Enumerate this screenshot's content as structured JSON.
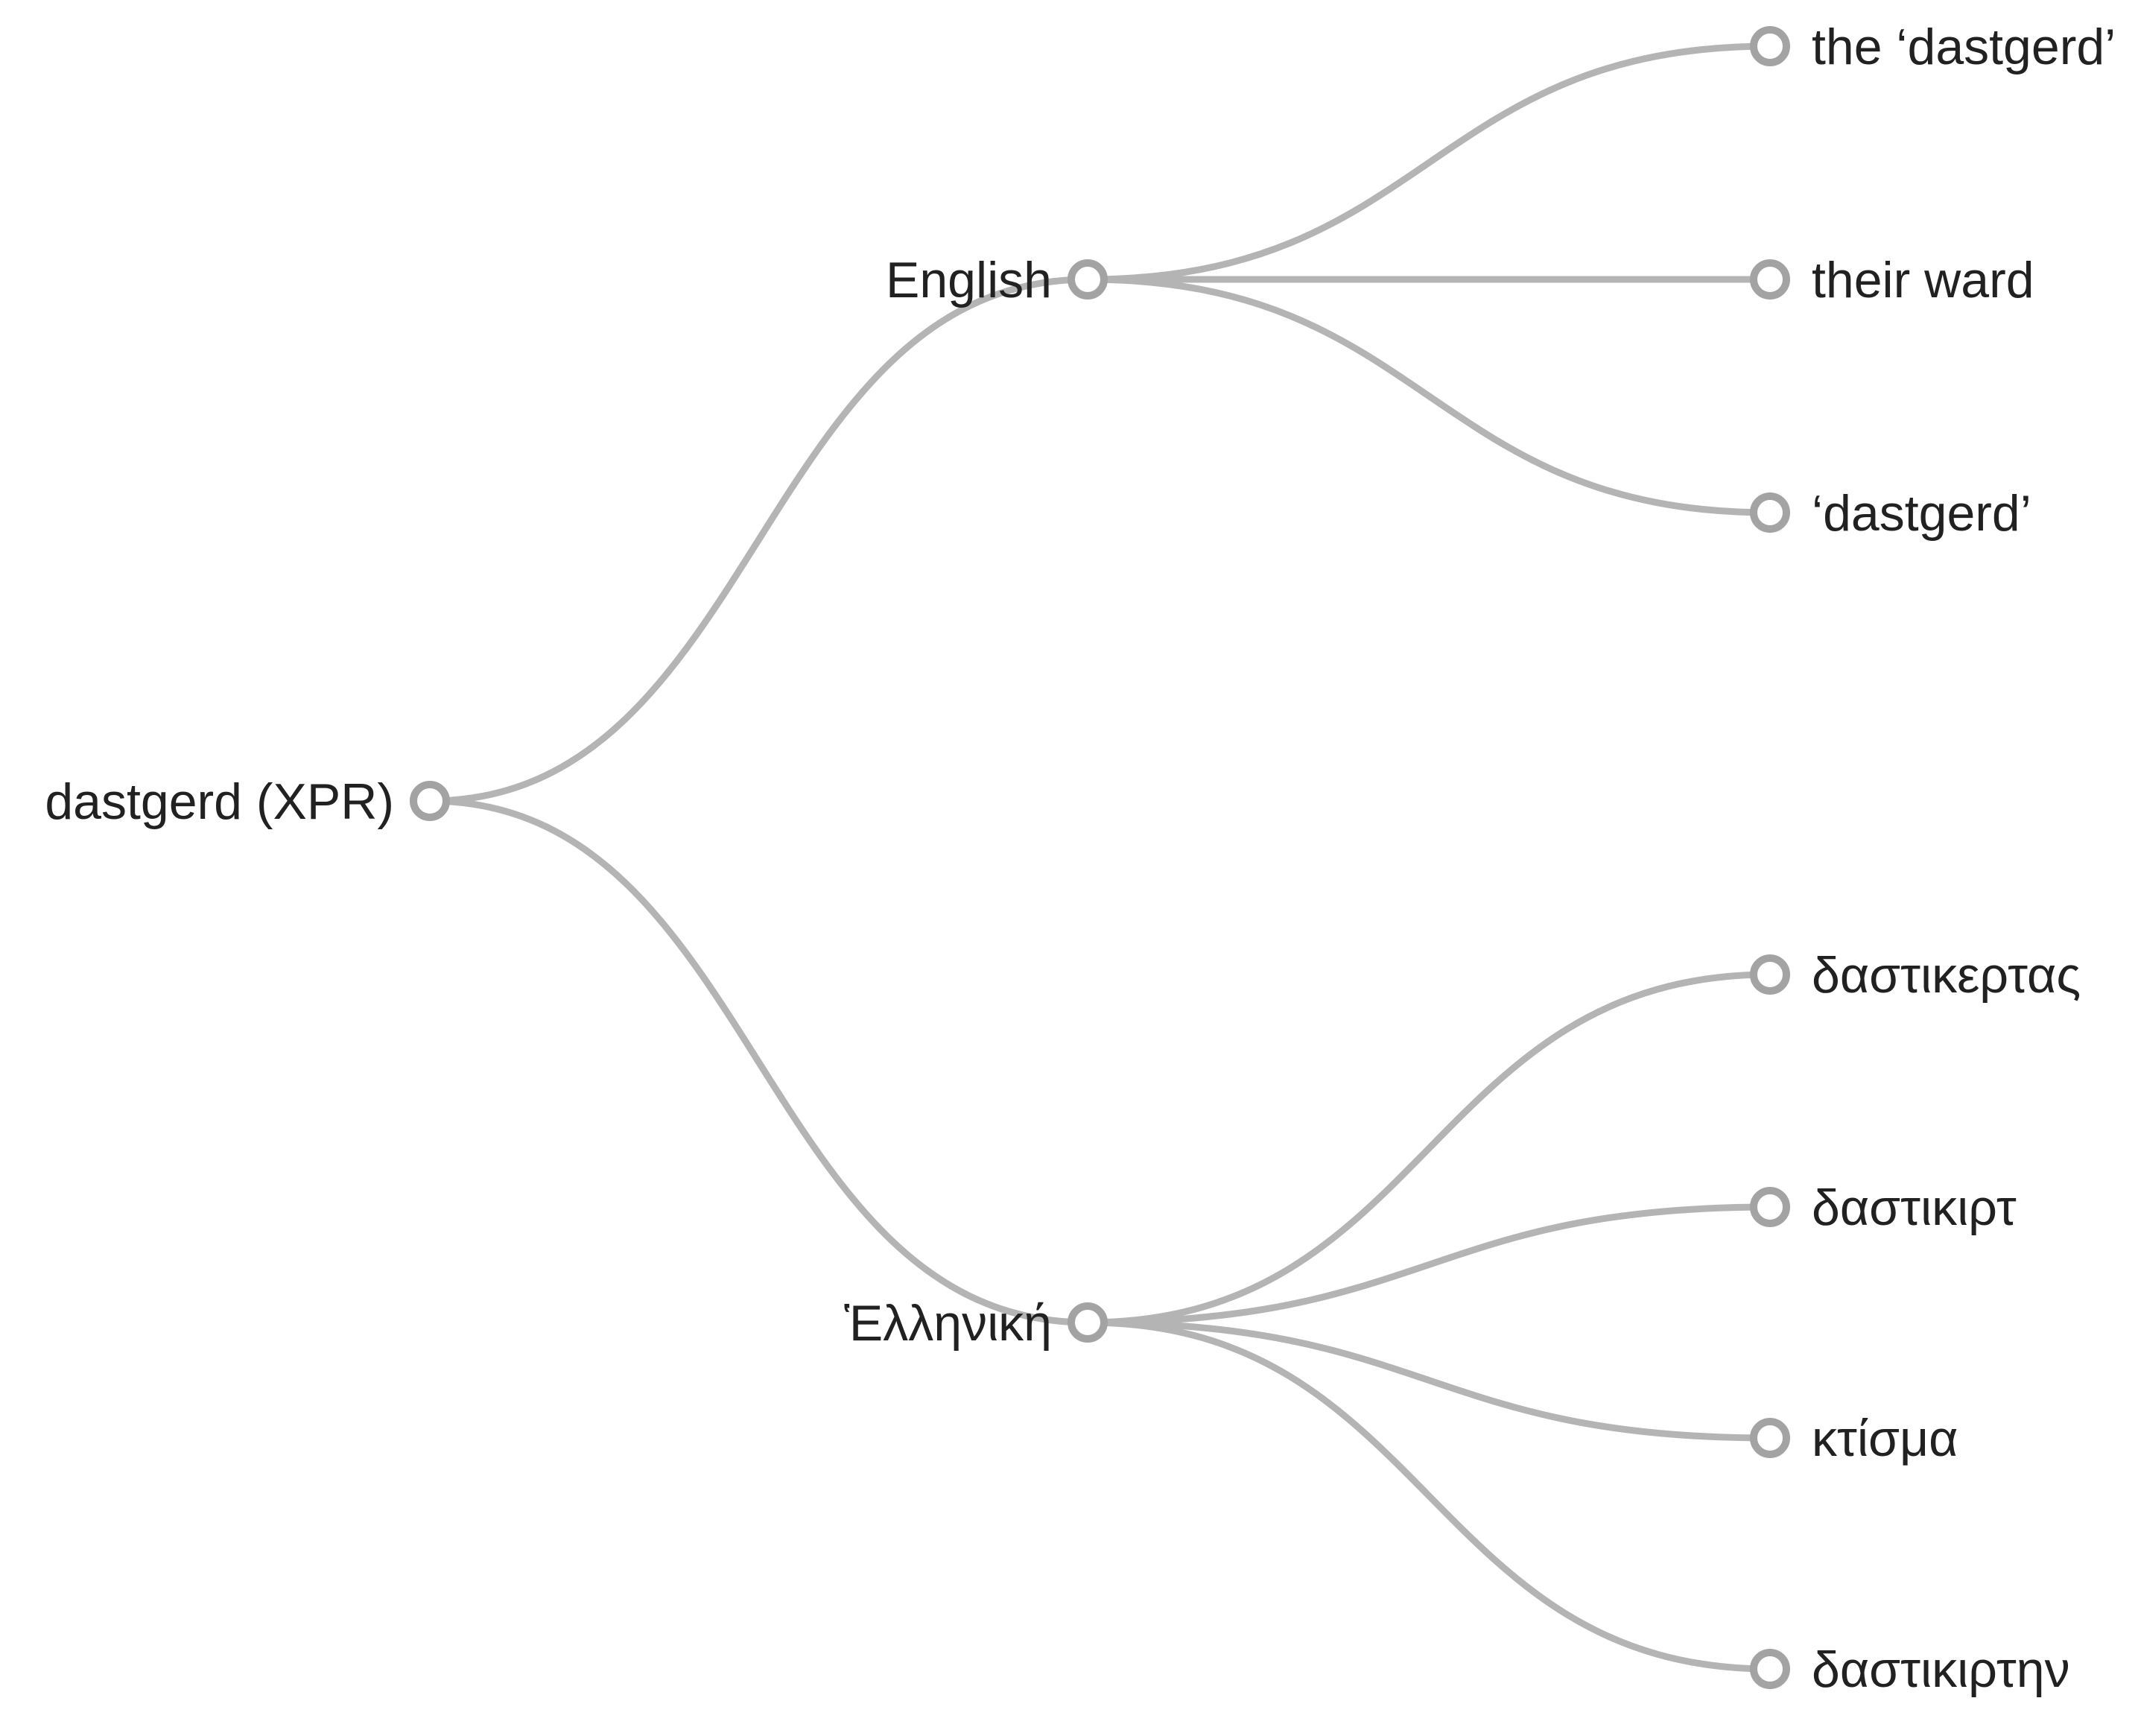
{
  "diagram": {
    "type": "tree",
    "orientation": "horizontal-left-to-right",
    "root": {
      "label": "dastgerd (XPR)"
    },
    "branches": [
      {
        "label": "English",
        "children": [
          {
            "label": "the ‘dastgerd’"
          },
          {
            "label": "their ward"
          },
          {
            "label": "‘dastgerd’"
          }
        ]
      },
      {
        "label": "Ἑλληνική",
        "children": [
          {
            "label": "δαστικερτας"
          },
          {
            "label": "δαστικιρτ"
          },
          {
            "label": "κτίσμα"
          },
          {
            "label": "δαστικιρτην"
          }
        ]
      }
    ],
    "colors": {
      "link": "#b4b4b4",
      "node_stroke": "#a3a3a3",
      "node_fill": "#ffffff",
      "label": "#212121",
      "background": "#ffffff"
    }
  }
}
